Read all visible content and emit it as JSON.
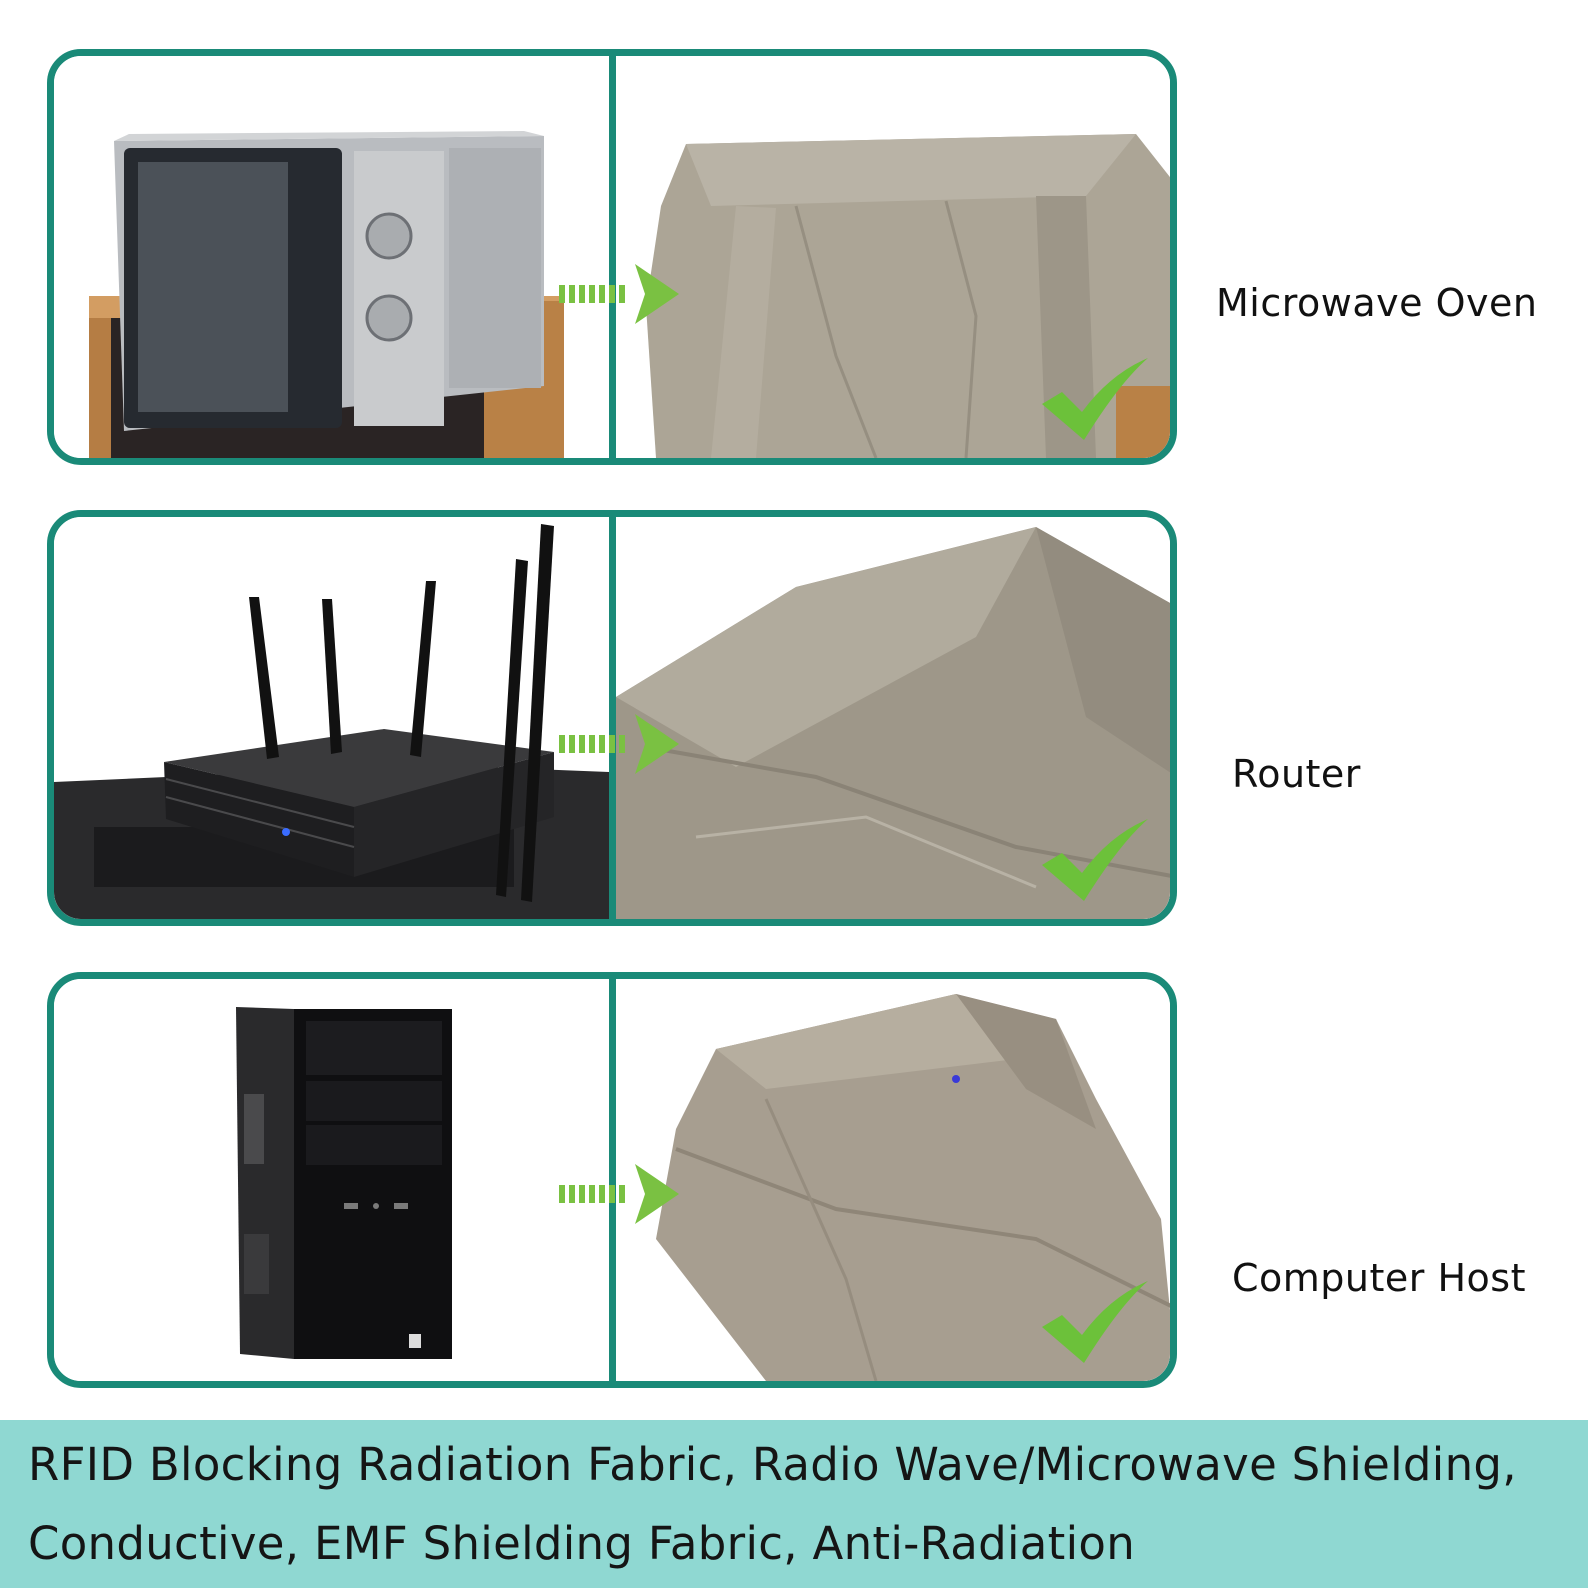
{
  "rows": [
    {
      "label": "Microwave Oven",
      "before_icon": "microwave-oven-photo",
      "after_icon": "covered-microwave-photo"
    },
    {
      "label": "Router",
      "before_icon": "router-photo",
      "after_icon": "covered-router-photo"
    },
    {
      "label": "Computer Host",
      "before_icon": "computer-tower-photo",
      "after_icon": "covered-computer-photo"
    }
  ],
  "icons": {
    "arrow": "dashed-arrow-right-icon",
    "check": "check-mark-icon"
  },
  "banner": {
    "line1": "RFID Blocking Radiation Fabric, Radio Wave/Microwave Shielding,",
    "line2": "Conductive, EMF Shielding Fabric, Anti-Radiation"
  },
  "colors": {
    "frame": "#1a8a78",
    "banner_bg": "#8fd8d2",
    "arrow_green": "#7ac142",
    "check_green": "#6cc13a",
    "fabric": "#a79e90"
  }
}
